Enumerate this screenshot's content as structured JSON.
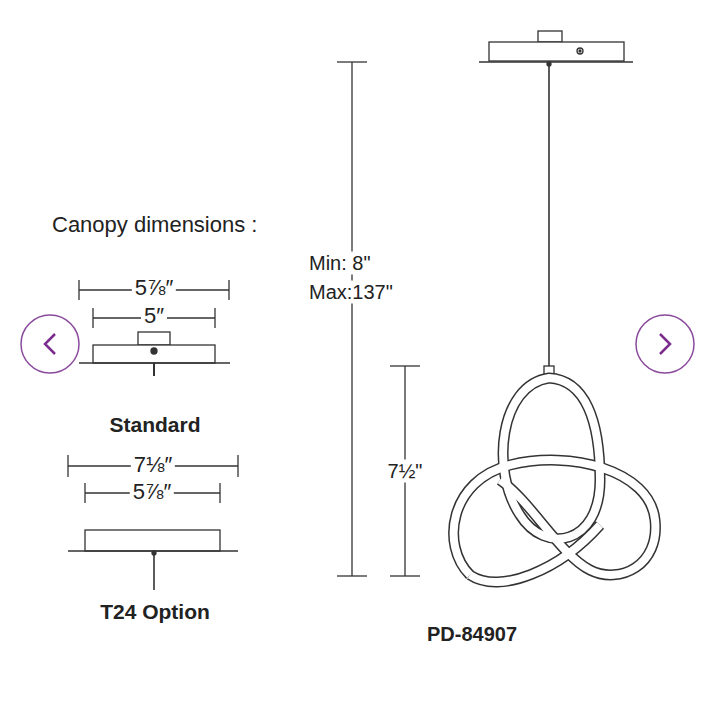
{
  "diagram": {
    "labels": [
      "Canopy dimensions :",
      "5⅞″",
      "5″",
      "Standard",
      "7⅛″",
      "5⅞″",
      "T24 Option",
      "Min: 8\"",
      "Max:137\"",
      "7½\"",
      "PD-84907"
    ]
  }
}
